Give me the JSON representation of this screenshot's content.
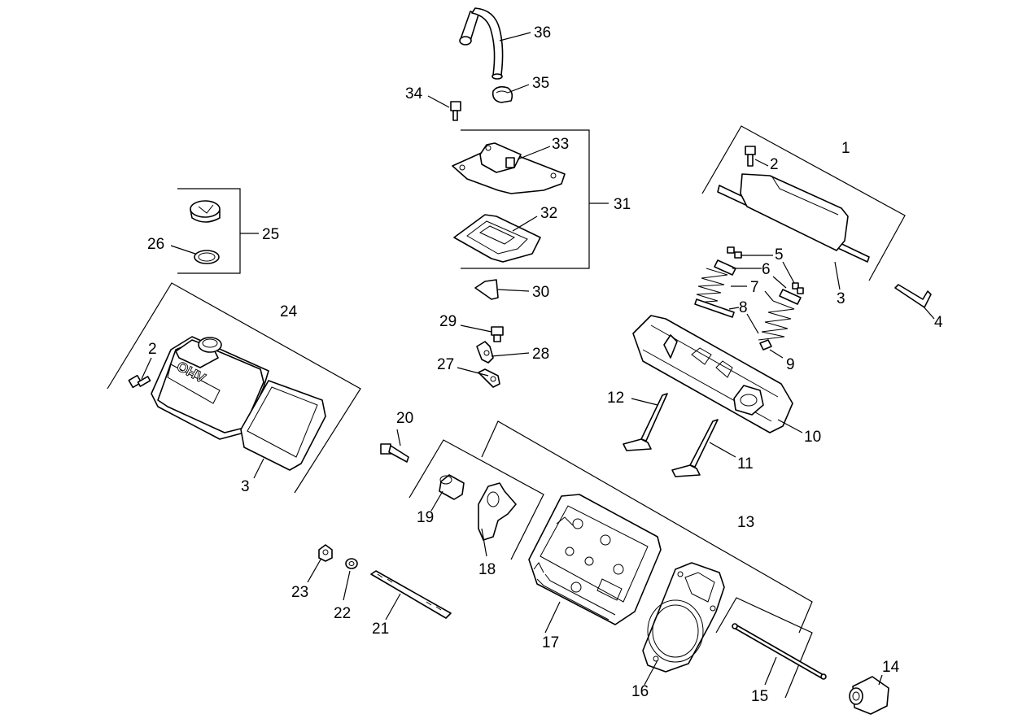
{
  "callouts": {
    "c1": "1",
    "c2": "2",
    "c2b": "2",
    "c3": "3",
    "c3b": "3",
    "c4": "4",
    "c5": "5",
    "c6": "6",
    "c7": "7",
    "c8": "8",
    "c9": "9",
    "c10": "10",
    "c11": "11",
    "c12": "12",
    "c13": "13",
    "c14": "14",
    "c15": "15",
    "c16": "16",
    "c17": "17",
    "c18": "18",
    "c19": "19",
    "c20": "20",
    "c21": "21",
    "c22": "22",
    "c23": "23",
    "c24": "24",
    "c25": "25",
    "c26": "26",
    "c27": "27",
    "c28": "28",
    "c29": "29",
    "c30": "30",
    "c31": "31",
    "c32": "32",
    "c33": "33",
    "c34": "34",
    "c35": "35",
    "c36": "36"
  },
  "cover_embossing": "OHV"
}
